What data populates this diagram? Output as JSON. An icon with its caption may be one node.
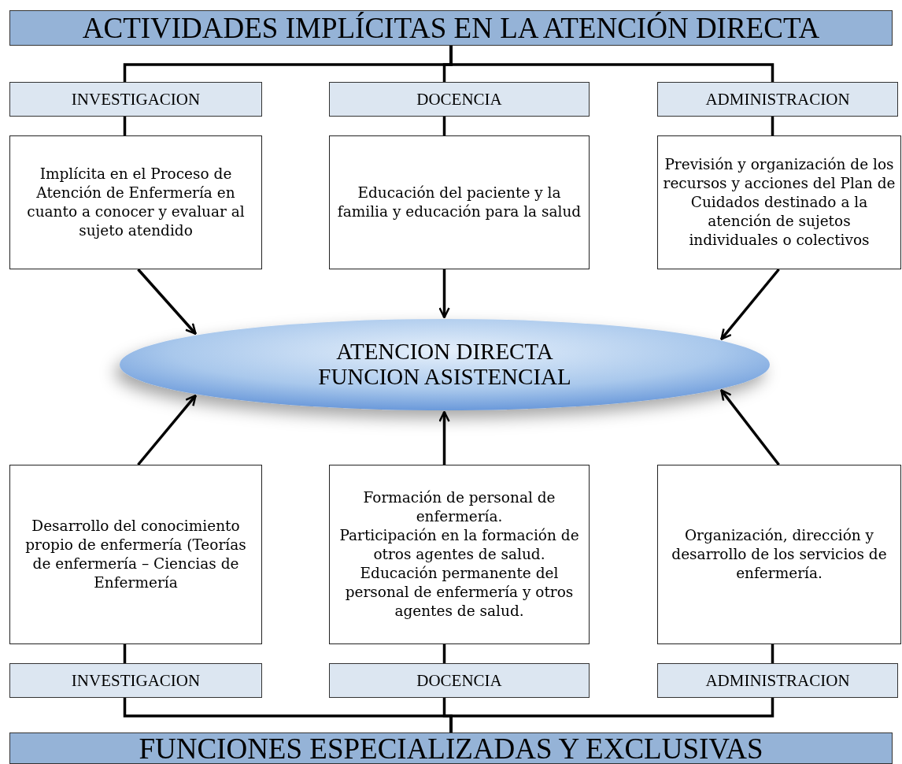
{
  "diagram": {
    "nodes": [
      {
        "text": [
          "ACTIVIDADES IMPLÍCITAS EN LA ATENCIÓN DIRECTA"
        ]
      },
      {
        "text": [
          "INVESTIGACION"
        ]
      },
      {
        "text": [
          "DOCENCIA"
        ]
      },
      {
        "text": [
          "ADMINISTRACION"
        ]
      },
      {
        "text": [
          "Implícita en el Proceso de Atención de Enfermería en cuanto a conocer y evaluar al sujeto atendido"
        ]
      },
      {
        "text": [
          "Educación del paciente y la familia y educación para la salud"
        ]
      },
      {
        "text": [
          "Previsión y organización de los recursos y acciones del Plan de Cuidados destinado a la atención de sujetos individuales o colectivos"
        ]
      },
      {
        "text": [
          "ATENCION DIRECTA",
          "FUNCION ASISTENCIAL"
        ]
      },
      {
        "text": [
          "Desarrollo del conocimiento propio de enfermería (Teorías de enfermería – Ciencias de Enfermería"
        ]
      },
      {
        "text": [
          "Formación de personal de enfermería.",
          "Participación en la formación de otros agentes de salud.",
          "Educación permanente del personal de enfermería y otros agentes de salud."
        ]
      },
      {
        "text": [
          "Organización, dirección y desarrollo de los servicios de enfermería."
        ]
      },
      {
        "text": [
          "INVESTIGACION"
        ]
      },
      {
        "text": [
          "DOCENCIA"
        ]
      },
      {
        "text": [
          "ADMINISTRACION"
        ]
      },
      {
        "text": [
          "FUNCIONES ESPECIALIZADAS Y EXCLUSIVAS"
        ]
      }
    ],
    "edges": [
      {
        "from": 0,
        "to": 1,
        "arrow": "none"
      },
      {
        "from": 0,
        "to": 2,
        "arrow": "none"
      },
      {
        "from": 0,
        "to": 3,
        "arrow": "none"
      },
      {
        "from": 1,
        "to": 4,
        "arrow": "none"
      },
      {
        "from": 2,
        "to": 5,
        "arrow": "none"
      },
      {
        "from": 3,
        "to": 6,
        "arrow": "none"
      },
      {
        "from": 4,
        "to": 7,
        "arrow": "to"
      },
      {
        "from": 5,
        "to": 7,
        "arrow": "to"
      },
      {
        "from": 6,
        "to": 7,
        "arrow": "to"
      },
      {
        "from": 8,
        "to": 7,
        "arrow": "to"
      },
      {
        "from": 9,
        "to": 7,
        "arrow": "to"
      },
      {
        "from": 10,
        "to": 7,
        "arrow": "to"
      },
      {
        "from": 8,
        "to": 11,
        "arrow": "none"
      },
      {
        "from": 9,
        "to": 12,
        "arrow": "none"
      },
      {
        "from": 10,
        "to": 13,
        "arrow": "none"
      },
      {
        "from": 11,
        "to": 14,
        "arrow": "none"
      },
      {
        "from": 12,
        "to": 14,
        "arrow": "none"
      },
      {
        "from": 13,
        "to": 14,
        "arrow": "none"
      }
    ]
  }
}
